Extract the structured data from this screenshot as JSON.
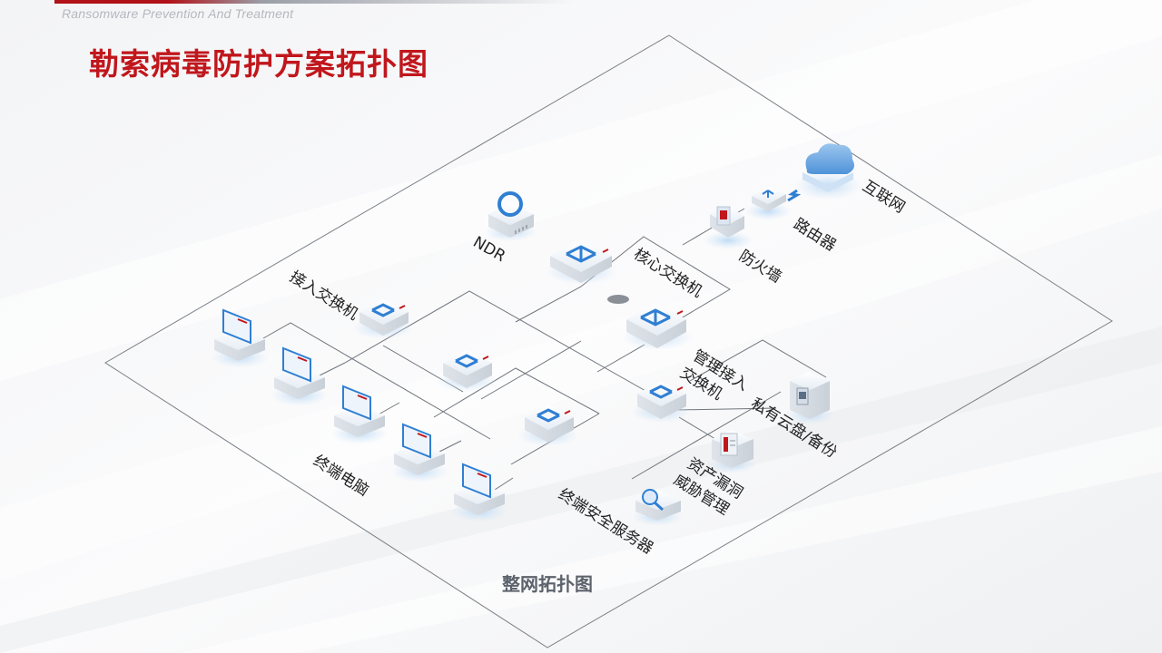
{
  "header": {
    "subtitle": "Ransomware Prevention And Treatment",
    "title": "勒索病毒防护方案拓扑图"
  },
  "diagram": {
    "caption": "整网拓扑图",
    "nodes": {
      "ndr": "NDR",
      "core_switch": "核心交换机",
      "firewall": "防火墙",
      "router": "路由器",
      "internet": "互联网",
      "access_switch": "接入交换机",
      "mgmt_switch_line1": "管理接入",
      "mgmt_switch_line2": "交换机",
      "private_cloud": "私有云盘/备份",
      "vuln_line1": "资产漏洞",
      "vuln_line2": "威胁管理",
      "endpoint_server": "终端安全服务器",
      "terminals": "终端电脑"
    },
    "colors": {
      "accent": "#c0171c",
      "device_blue": "#2f7fd3",
      "line": "#6b6f76"
    }
  }
}
